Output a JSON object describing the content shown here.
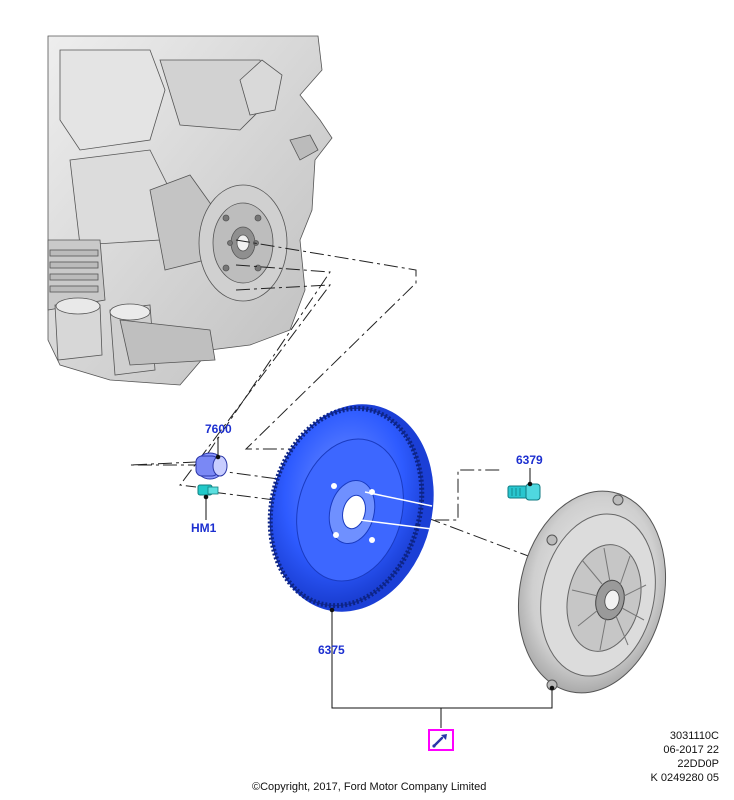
{
  "callouts": {
    "part_7600": "7600",
    "part_hm1": "HM1",
    "part_6379": "6379",
    "part_6375": "6375"
  },
  "meta": {
    "line1": "3031110C",
    "line2": "06-2017 22",
    "line3": "22DD0P",
    "line4": "K 0249280 05"
  },
  "copyright": "©Copyright, 2017, Ford Motor Company Limited",
  "colors": {
    "flywheel": "#2e5bff",
    "callout": "#1c2fd0",
    "highlight": "#ff00ff",
    "engine_gray": "#d8d8d8"
  },
  "icons": {
    "special_tool": "wrench-icon"
  }
}
